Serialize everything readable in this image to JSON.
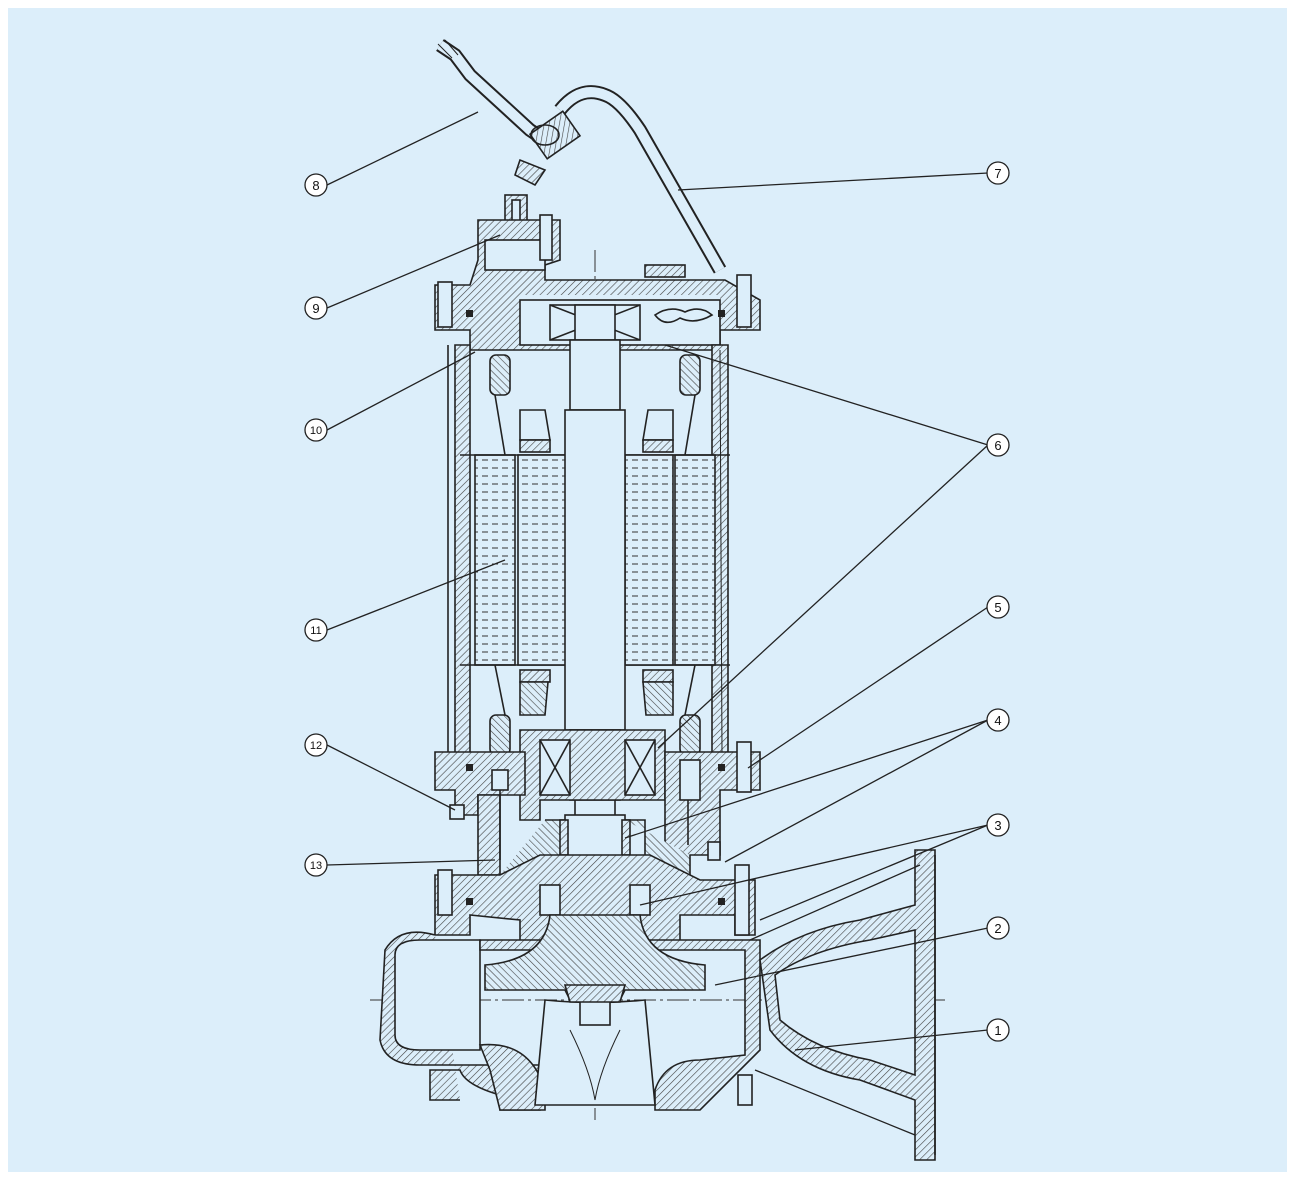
{
  "colors": {
    "background": "#dceefa",
    "frame": "#ffffff",
    "line": "#2a2a2a",
    "hatch": "#555555",
    "callout_fill": "#ffffff"
  },
  "callouts": {
    "c1": "1",
    "c2": "2",
    "c3": "3",
    "c4": "4",
    "c5": "5",
    "c6": "6",
    "c7": "7",
    "c8": "8",
    "c9": "9",
    "c10": "10",
    "c11": "11",
    "c12": "12",
    "c13": "13"
  }
}
